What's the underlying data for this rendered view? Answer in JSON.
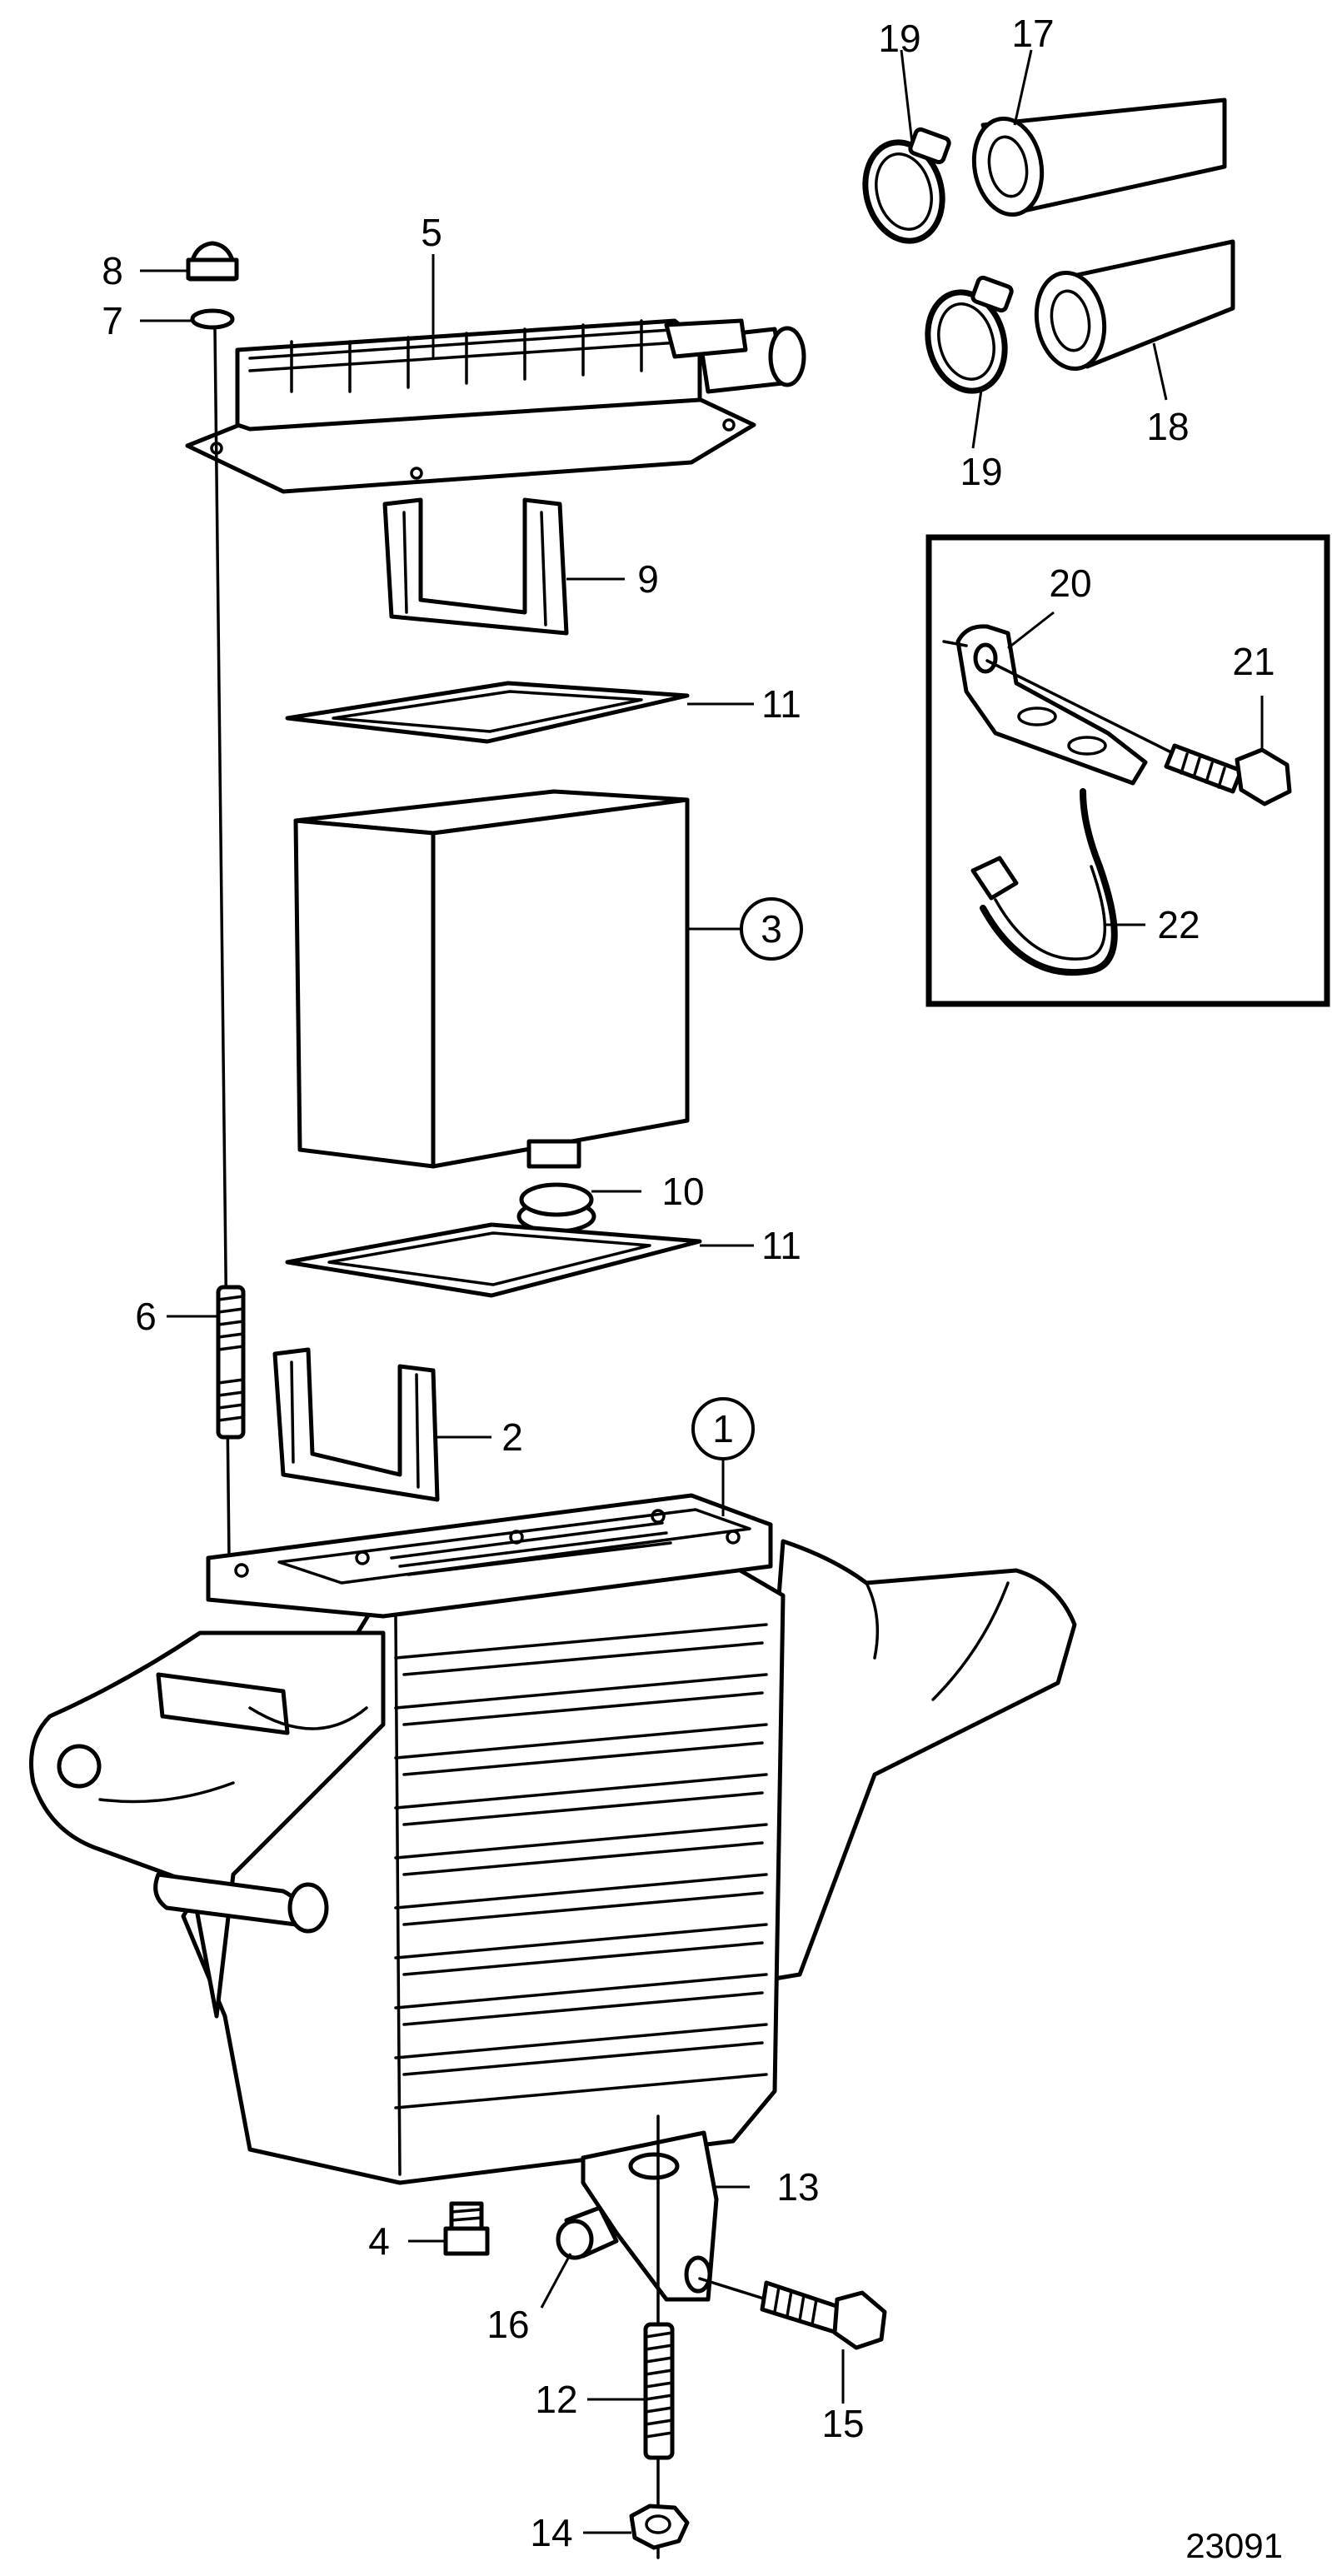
{
  "labels": {
    "p1": "1",
    "p2": "2",
    "p3": "3",
    "p4": "4",
    "p5": "5",
    "p6": "6",
    "p7": "7",
    "p8": "8",
    "p9": "9",
    "p10": "10",
    "p11a": "11",
    "p11b": "11",
    "p12": "12",
    "p13": "13",
    "p14": "14",
    "p15": "15",
    "p16": "16",
    "p17": "17",
    "p18": "18",
    "p19a": "19",
    "p19b": "19",
    "p20": "20",
    "p21": "21",
    "p22": "22"
  },
  "reference_number": "23091"
}
